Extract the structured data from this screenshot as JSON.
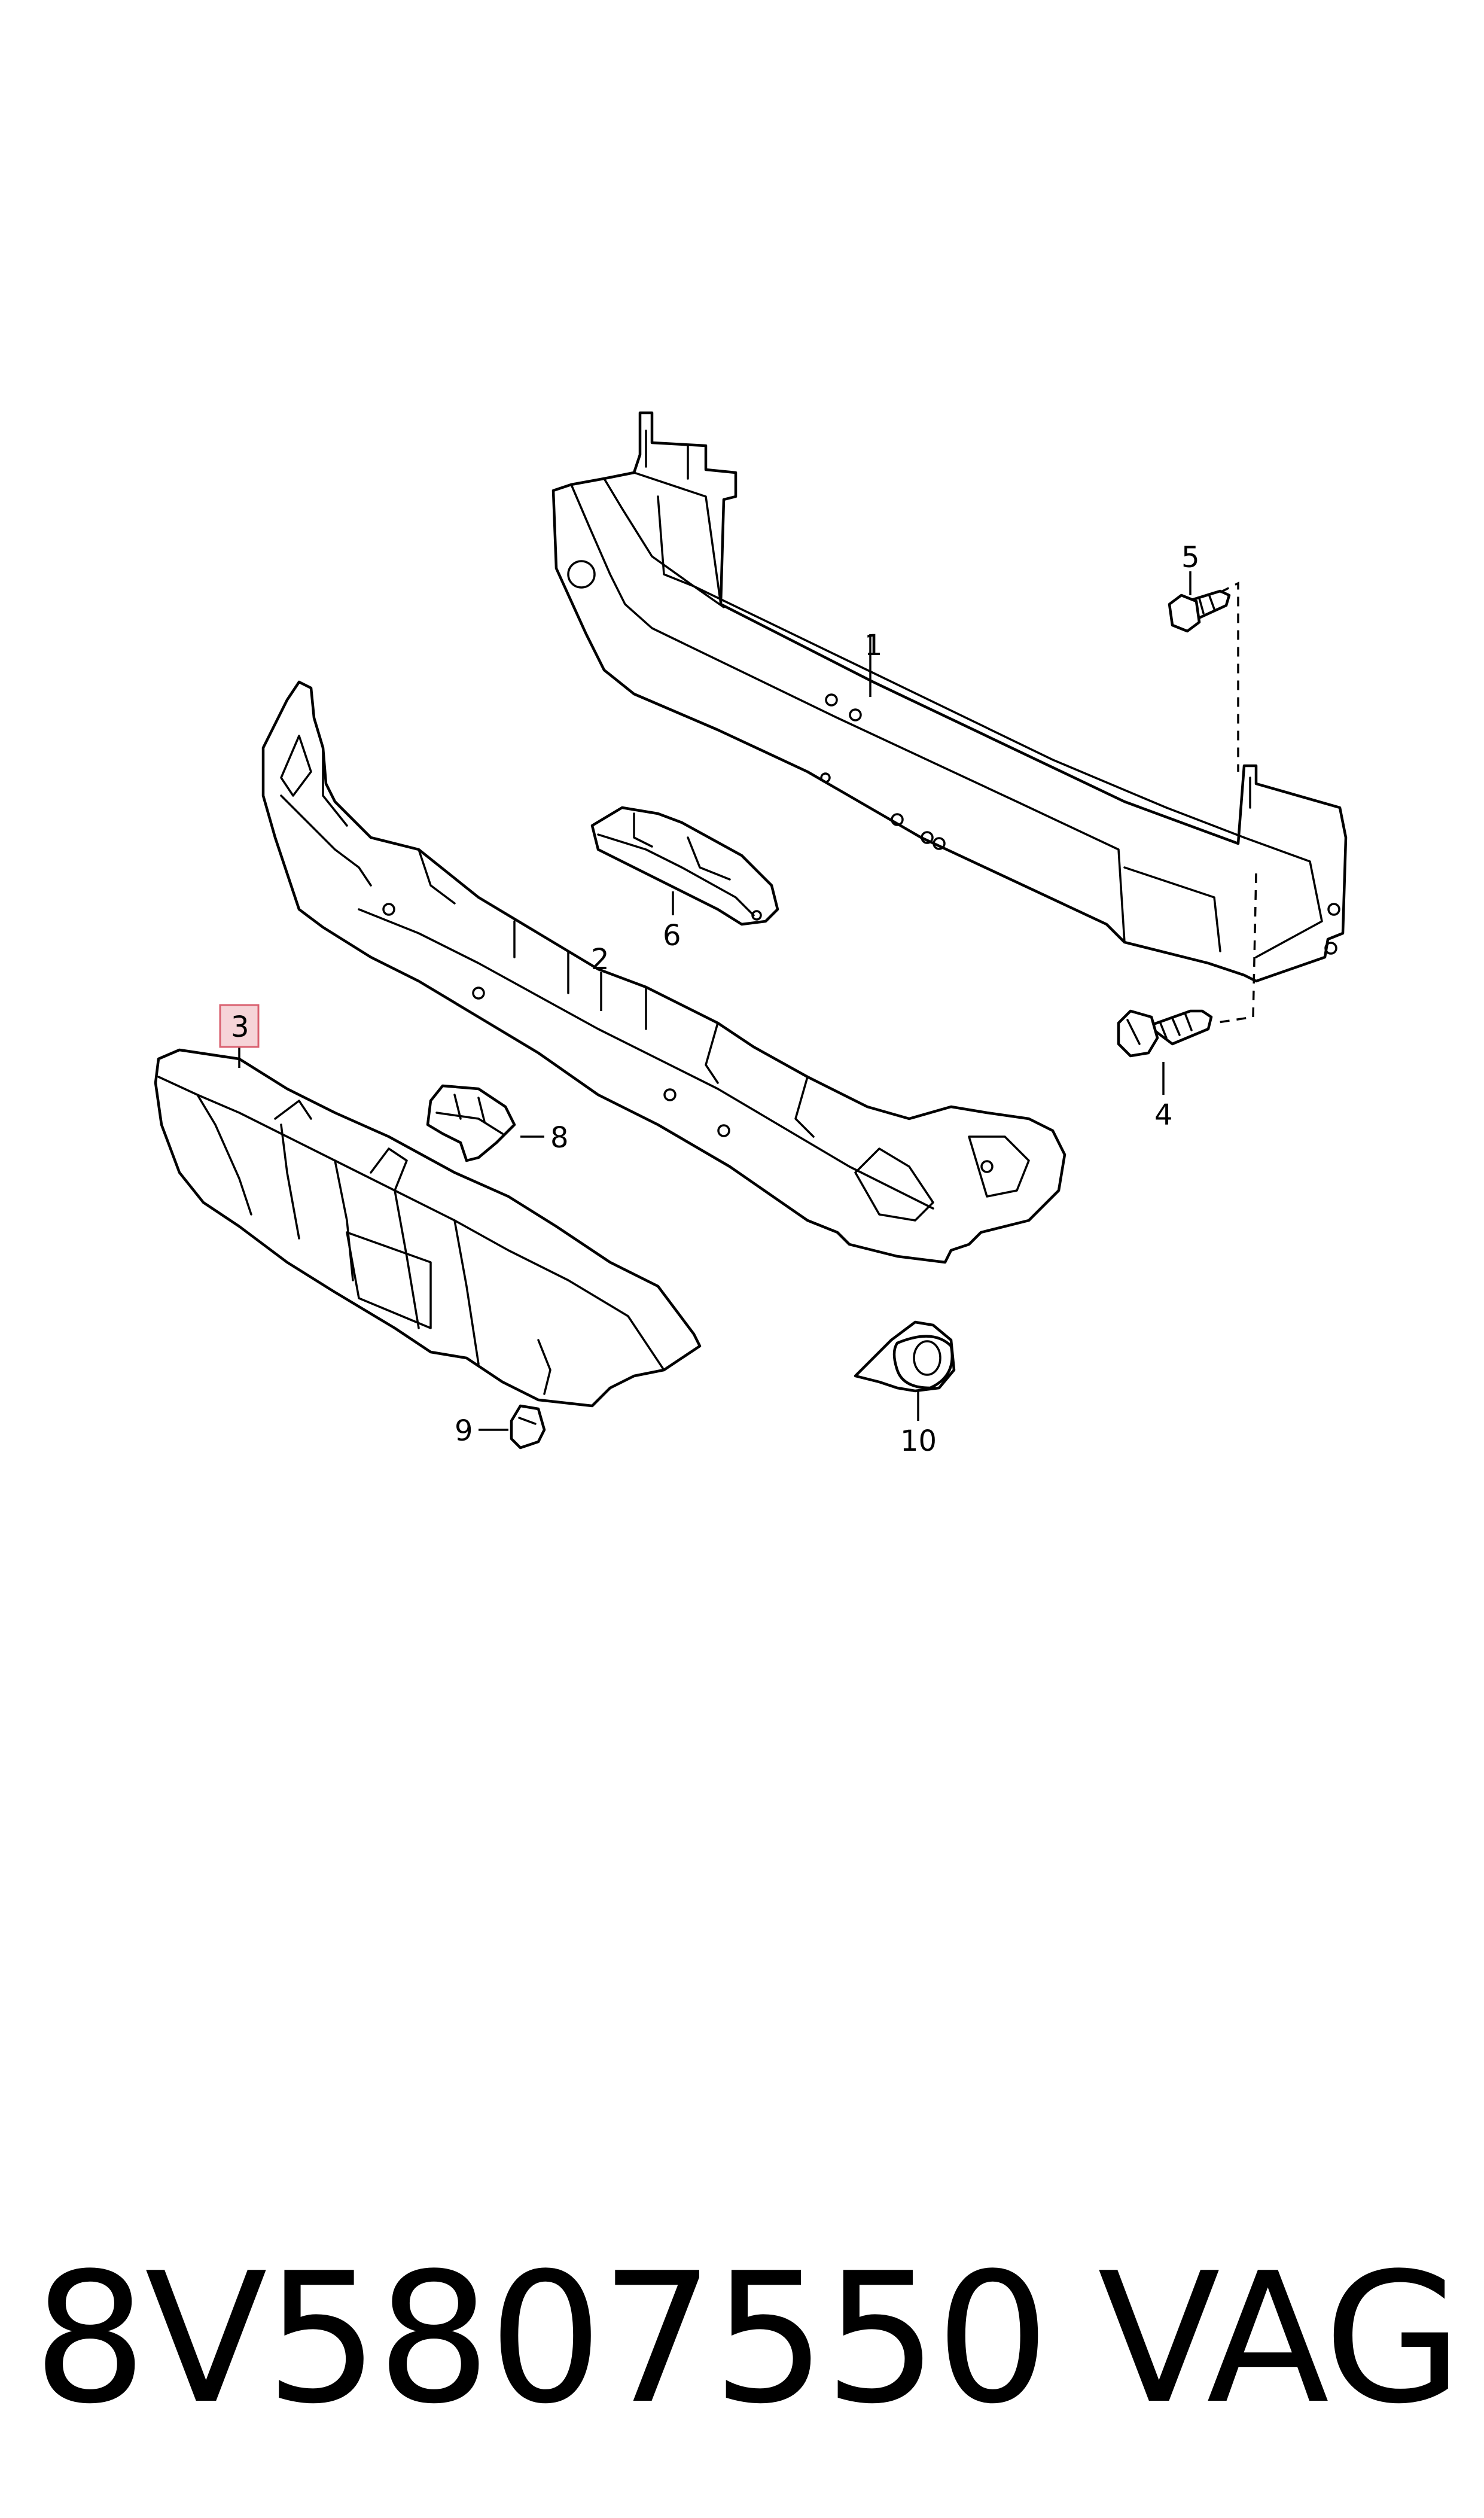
{
  "callouts": {
    "c1": "1",
    "c2": "2",
    "c3": "3",
    "c4": "4",
    "c5": "5",
    "c6": "6",
    "c8": "8",
    "c9": "9",
    "c10": "10"
  },
  "highlighted_callout": "3",
  "footer": {
    "part_number": "8V5807550",
    "brand": "VAG"
  },
  "colors": {
    "line": "#000000",
    "highlight_fill": "#f6d4d8",
    "highlight_stroke": "#d9606f"
  }
}
